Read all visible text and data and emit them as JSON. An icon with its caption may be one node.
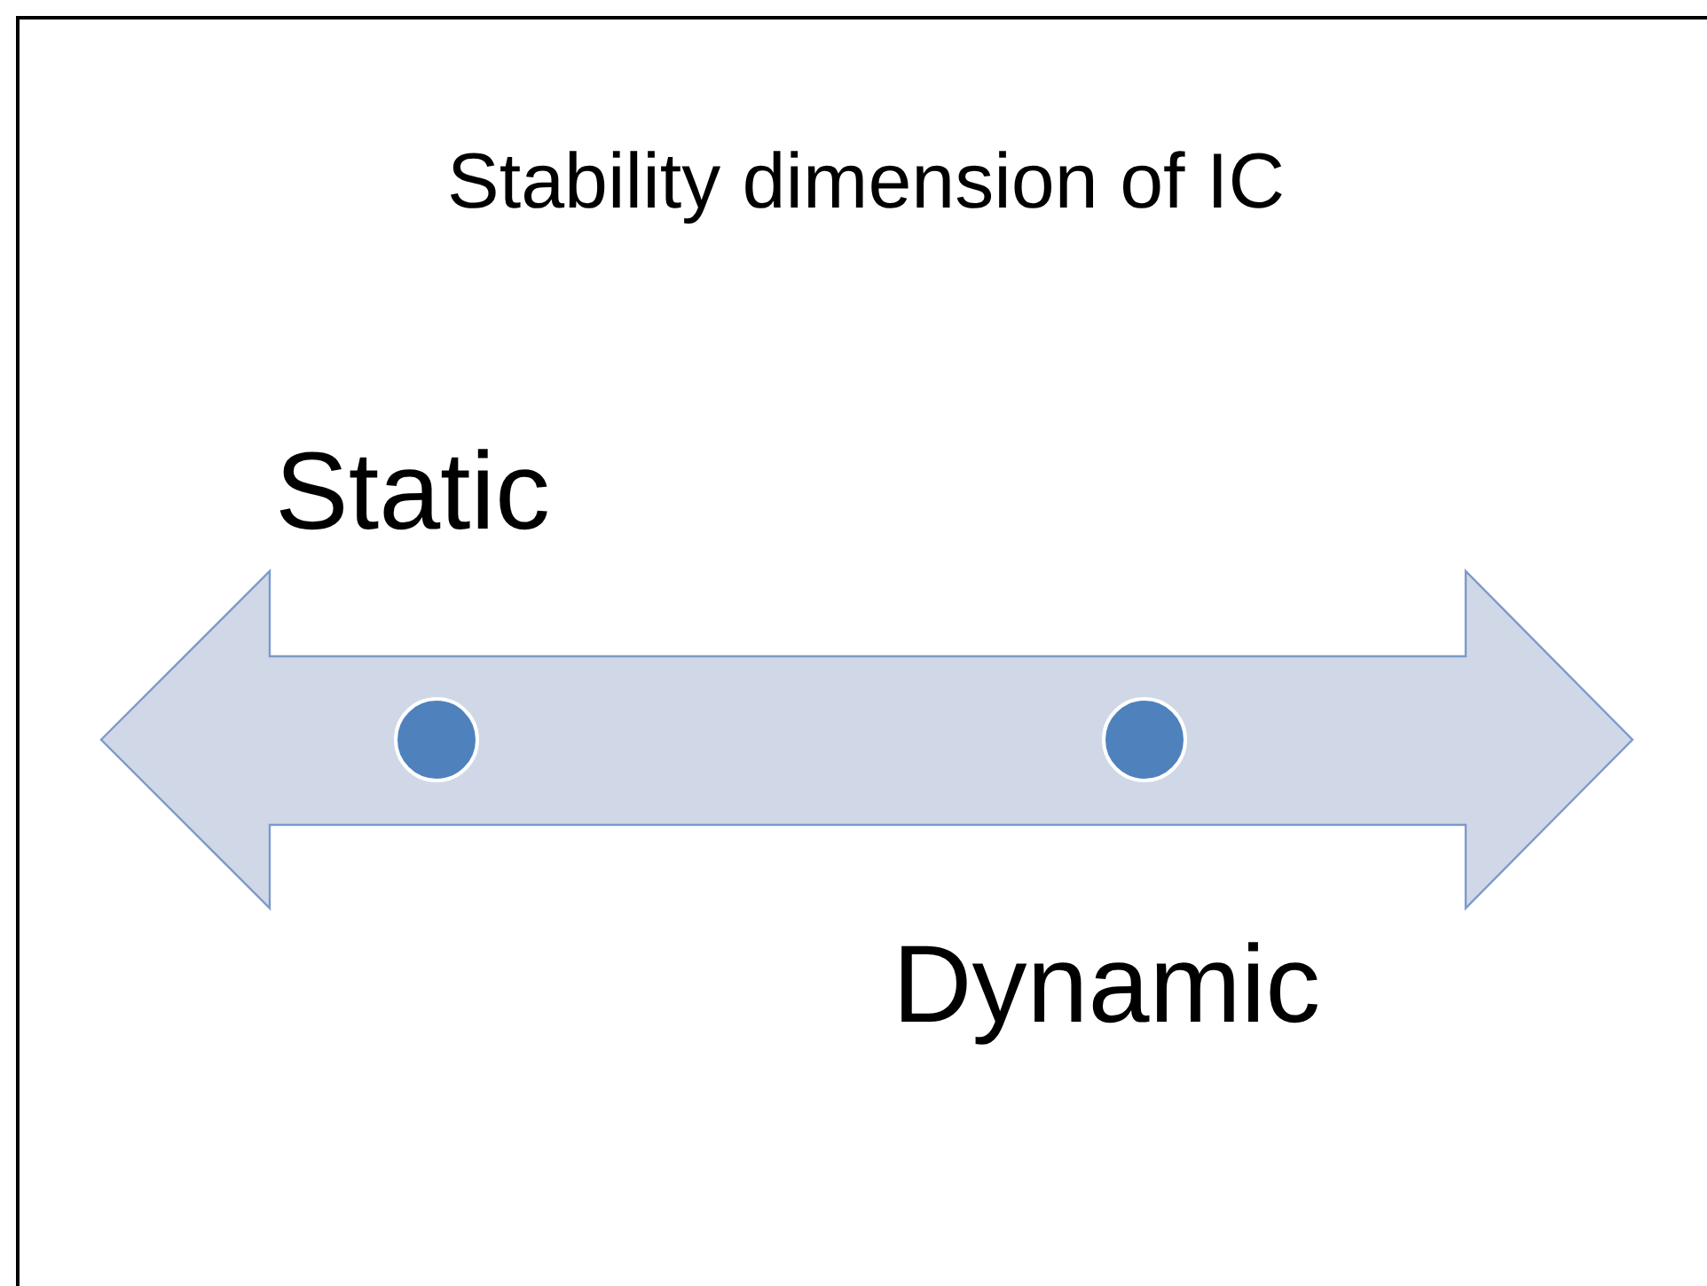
{
  "diagram": {
    "title": "Stability dimension of IC",
    "nodes": [
      {
        "text": [],
        "shape": "circle",
        "beside": [
          "Static"
        ]
      },
      {
        "text": [],
        "shape": "circle",
        "beside": [
          "Dynamic"
        ]
      }
    ]
  }
}
